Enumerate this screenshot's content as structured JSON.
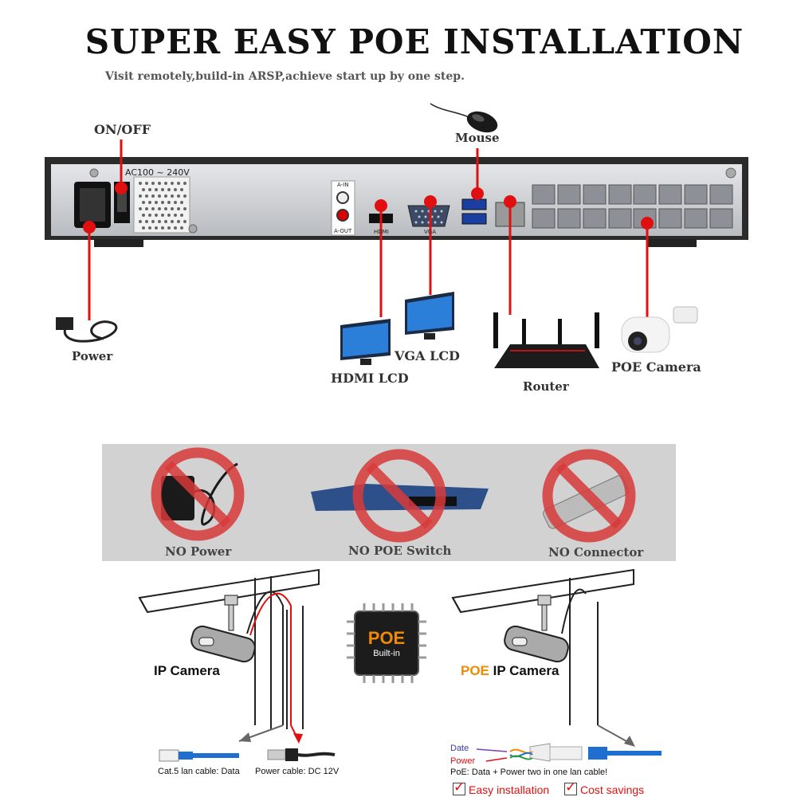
{
  "header": {
    "title": "SUPER EASY POE INSTALLATION",
    "subtitle": "Visit remotely,build-in ARSP,achieve start up by one step."
  },
  "nvr": {
    "on_off_label": "ON/OFF",
    "voltage_label": "AC100 ~ 240V",
    "audio_in_label": "A-IN",
    "audio_out_label": "A-OUT",
    "hdmi_port_label": "HDMI",
    "vga_port_label": "VGA"
  },
  "devices": {
    "mouse": "Mouse",
    "power": "Power",
    "hdmi_lcd": "HDMI LCD",
    "vga_lcd": "VGA LCD",
    "router": "Router",
    "poe_camera": "POE Camera"
  },
  "no_items": {
    "no_power": "NO Power",
    "no_poe_switch": "NO POE Switch",
    "no_connector": "NO Connector"
  },
  "comparison": {
    "left_camera_label": "IP Camera",
    "right_camera_prefix": "POE",
    "right_camera_suffix": " IP Camera",
    "chip_title": "POE",
    "chip_sub": "Built-in",
    "cat5_label": "Cat.5 lan cable: Data",
    "power_cable_label": "Power cable: DC 12V",
    "date_label": "Date",
    "power_label": "Power",
    "poe_note": "PoE: Data + Power two in one lan cable!",
    "easy_install": "Easy installation",
    "cost_savings": "Cost savings"
  },
  "colors": {
    "accent_red": "#e01010",
    "poe_orange": "#f08a00",
    "cable_blue": "#1f6fd0",
    "strip_gray": "#d2d2d2"
  }
}
